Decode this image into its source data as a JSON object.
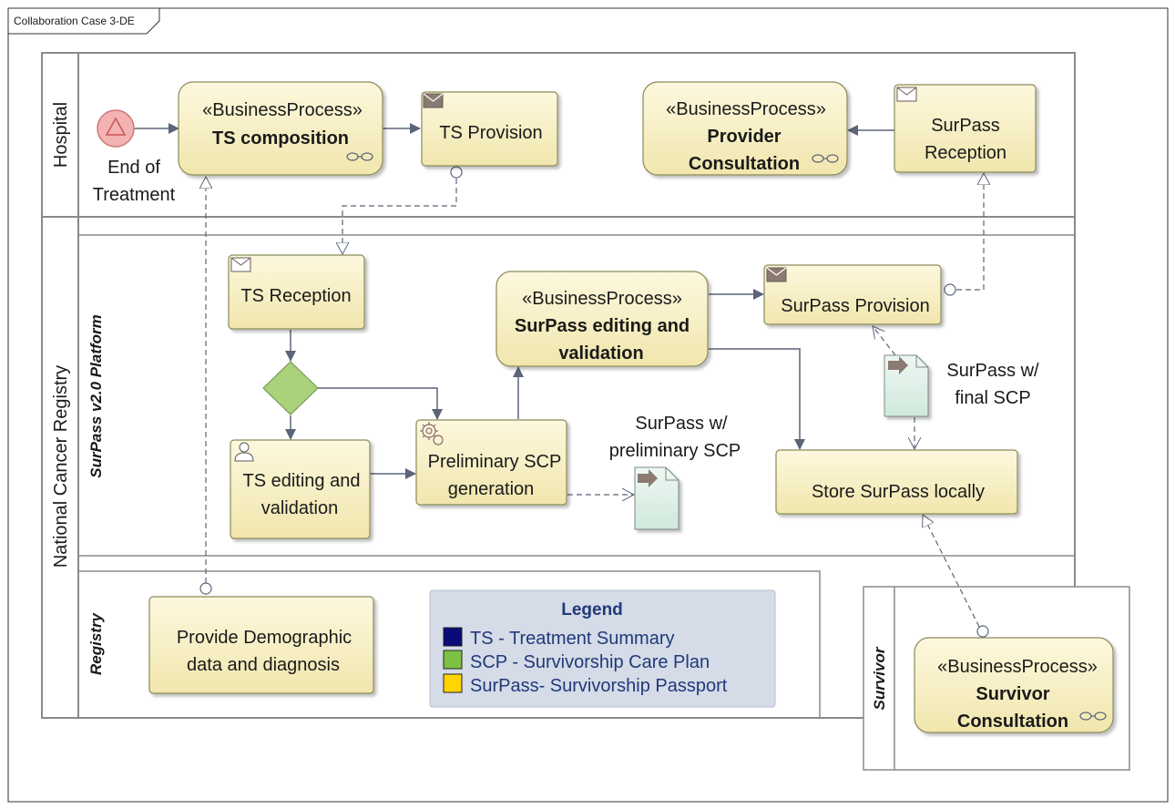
{
  "diagram": {
    "frame_title": "Collaboration Case 3-DE",
    "pools": {
      "hospital": "Hospital",
      "registry": "National Cancer Registry",
      "survivor": "Survivor"
    },
    "lanes": {
      "platform": "SurPass v2.0 Platform",
      "registry": "Registry"
    },
    "events": {
      "end_of_treatment": [
        "End of",
        "Treatment"
      ]
    },
    "stereotype": "«BusinessProcess»",
    "nodes": {
      "ts_composition": [
        "TS composition"
      ],
      "ts_provision": [
        "TS Provision"
      ],
      "provider_consultation": [
        "Provider",
        "Consultation"
      ],
      "surpass_reception": [
        "SurPass",
        "Reception"
      ],
      "ts_reception": [
        "TS Reception"
      ],
      "surpass_editing": [
        "SurPass editing and",
        "validation"
      ],
      "surpass_provision": [
        "SurPass Provision"
      ],
      "ts_editing": [
        "TS editing and",
        "validation"
      ],
      "preliminary_scp": [
        "Preliminary SCP",
        "generation"
      ],
      "store_surpass": [
        "Store SurPass locally"
      ],
      "provide_demographic": [
        "Provide Demographic",
        "data and diagnosis"
      ],
      "survivor_consultation": [
        "Survivor",
        "Consultation"
      ]
    },
    "data_objects": {
      "final_scp": [
        "SurPass w/",
        "final SCP"
      ],
      "preliminary_scp": [
        "SurPass w/",
        "preliminary SCP"
      ]
    },
    "legend": {
      "title": "Legend",
      "items": [
        {
          "color": "#0a0a7a",
          "label": "TS - Treatment Summary"
        },
        {
          "color": "#7cc143",
          "label": "SCP - Survivorship Care Plan"
        },
        {
          "color": "#ffd400",
          "label": "SurPass- Survivorship Passport"
        }
      ]
    },
    "colors": {
      "task_fill": "#faf3cc",
      "task_stroke": "#8a8a5a",
      "gateway": "#a9d27a",
      "start_event": "#f4b3b3",
      "data_object": "#e3f2ec",
      "legend_bg": "#d5dbe7",
      "flow": "#5b6478"
    }
  }
}
